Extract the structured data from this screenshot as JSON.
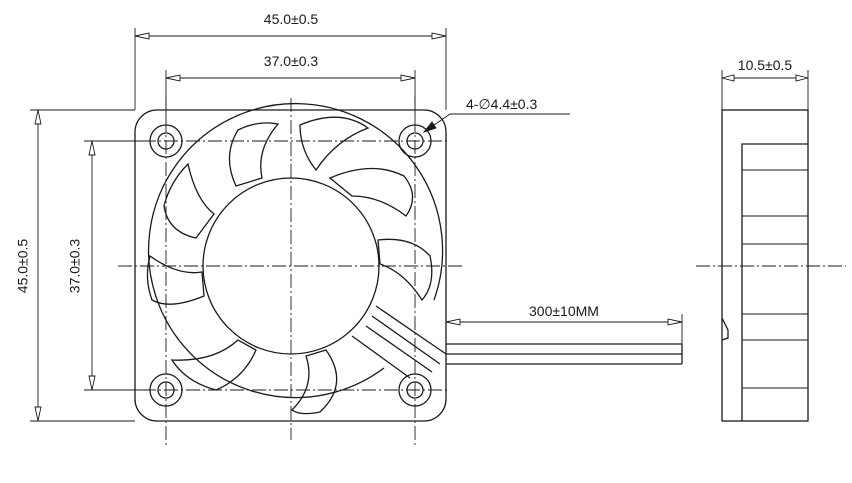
{
  "drawing": {
    "dims": {
      "frame_width": "45.0±0.5",
      "hole_pitch_horizontal": "37.0±0.3",
      "mounting_holes": "4-∅4.4±0.3",
      "frame_height": "45.0±0.5",
      "hole_pitch_vertical": "37.0±0.3",
      "lead_length": "300±10MM",
      "thickness": "10.5±0.5"
    }
  }
}
